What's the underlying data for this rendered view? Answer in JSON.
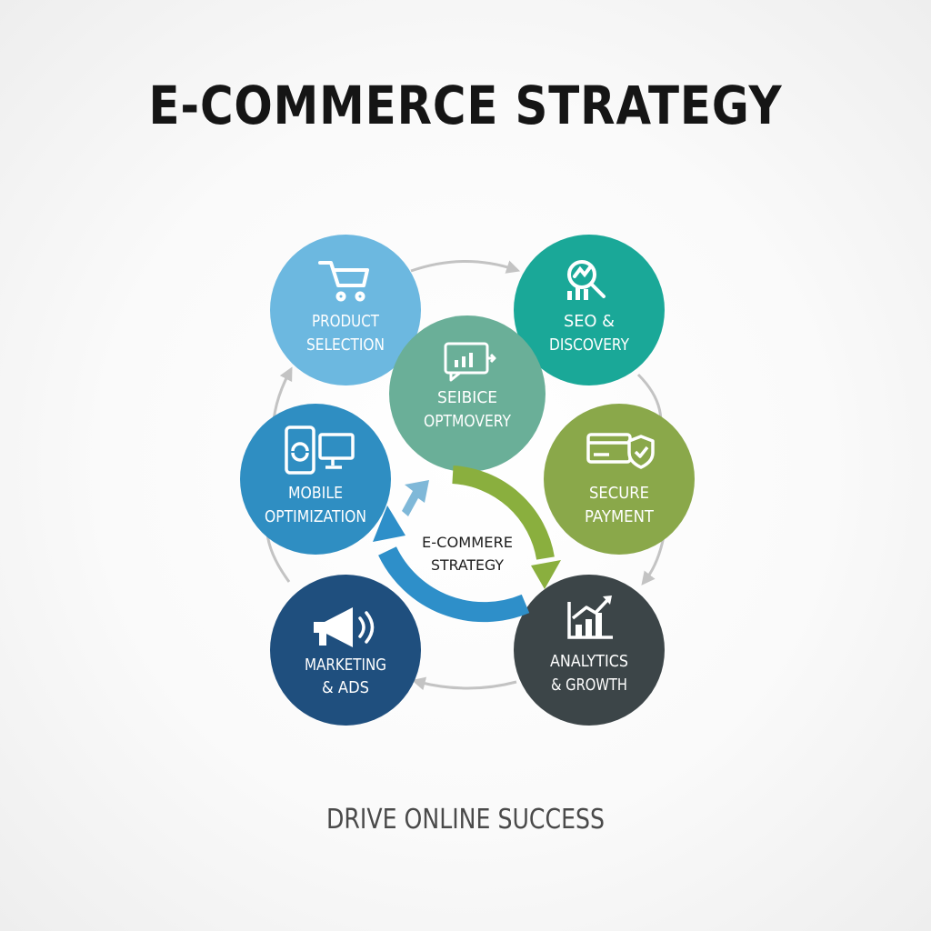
{
  "title": "E-COMMERCE STRATEGY",
  "tagline": "DRIVE ONLINE SUCCESS",
  "center": {
    "line1": "E-COMMERE",
    "line2": "STRATEGY"
  },
  "nodes": [
    {
      "id": "product-selection",
      "line1": "PRODUCT",
      "line2": "SELECTION",
      "icon": "shopping-cart-icon",
      "color": "#6cb8e0"
    },
    {
      "id": "seo-discovery",
      "line1": "SEO &",
      "line2": "DISCOVERY",
      "icon": "magnifier-chart-icon",
      "color": "#1aa898"
    },
    {
      "id": "seibice-optmovery",
      "line1": "SEIBICE",
      "line2": "OPTMOVERY",
      "icon": "monitor-chart-icon",
      "color": "#6aaf98"
    },
    {
      "id": "mobile-optimization",
      "line1": "MOBILE",
      "line2": "OPTIMIZATION",
      "icon": "phone-monitor-icon",
      "color": "#2f8ec2"
    },
    {
      "id": "secure-payment",
      "line1": "SECURE",
      "line2": "PAYMENT",
      "icon": "card-shield-icon",
      "color": "#8aa84a"
    },
    {
      "id": "marketing-ads",
      "line1": "MARKETING",
      "line2": "& ADS",
      "icon": "megaphone-icon",
      "color": "#1f4f7e"
    },
    {
      "id": "analytics-growth",
      "line1": "ANALYTICS",
      "line2": "& GROWTH",
      "icon": "growth-chart-icon",
      "color": "#3c4548"
    }
  ],
  "colors": {
    "arrow_gray": "#c3c3c3",
    "arrow_blue": "#2e8fc9",
    "arrow_green": "#8aaf3e",
    "arrow_light_blue": "#7fb8d8"
  }
}
